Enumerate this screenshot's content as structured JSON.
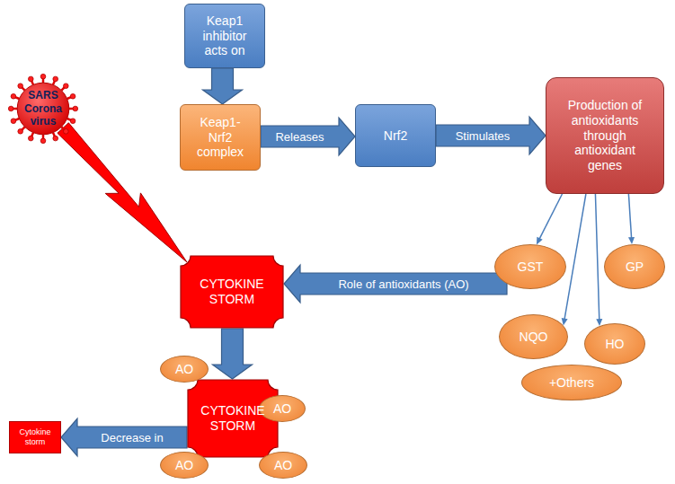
{
  "diagram": {
    "nodes": [
      {
        "text": [
          "Keap1 inhibitor acts on"
        ]
      },
      {
        "text": [
          "SARS Corona virus"
        ]
      },
      {
        "text": [
          "Keap1- Nrf2 complex"
        ]
      },
      {
        "text": [
          "Nrf2"
        ]
      },
      {
        "text": [
          "Production of antioxidants through antioxidant genes"
        ]
      },
      {
        "text": [
          "GST"
        ]
      },
      {
        "text": [
          "GP"
        ]
      },
      {
        "text": [
          "NQO"
        ]
      },
      {
        "text": [
          "HO"
        ]
      },
      {
        "text": [
          "+Others"
        ]
      },
      {
        "text": [
          "CYTOKINE STORM"
        ]
      },
      {
        "text": [
          "CYTOKINE STORM"
        ]
      },
      {
        "text": [
          "AO"
        ]
      },
      {
        "text": [
          "AO"
        ]
      },
      {
        "text": [
          "AO"
        ]
      },
      {
        "text": [
          "AO"
        ]
      },
      {
        "text": [
          "Cytokine storm"
        ]
      }
    ],
    "edges": [
      {
        "from": 0,
        "to": 2,
        "arrow": "to"
      },
      {
        "from": 2,
        "to": 3,
        "label": "Releases",
        "arrow": "to"
      },
      {
        "from": 3,
        "to": 4,
        "label": "Stimulates",
        "arrow": "to"
      },
      {
        "from": 4,
        "to": 5,
        "arrow": "to"
      },
      {
        "from": 4,
        "to": 7,
        "arrow": "to"
      },
      {
        "from": 4,
        "to": 8,
        "arrow": "to"
      },
      {
        "from": 4,
        "to": 6,
        "arrow": "to"
      },
      {
        "from": 1,
        "to": 10,
        "arrow": "to"
      },
      {
        "from": 5,
        "to": 10,
        "label": "Role of antioxidants (AO)",
        "arrow": "to"
      },
      {
        "from": 10,
        "to": 11,
        "arrow": "to"
      },
      {
        "from": 11,
        "to": 16,
        "label": "Decrease in",
        "arrow": "to"
      }
    ]
  }
}
